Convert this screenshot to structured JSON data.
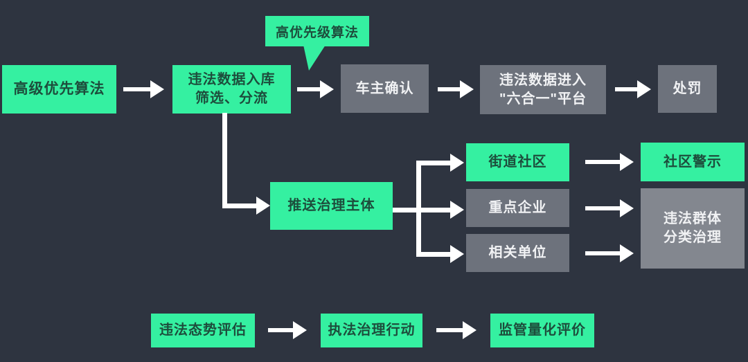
{
  "diagram_type": "flowchart",
  "colors": {
    "background": "#2e3440",
    "node_green": "#35f0a1",
    "node_gray": "#6d727c",
    "node_gray_light": "#83878f",
    "text_on_green": "#1d4d3c",
    "text_on_gray": "#f1f2f4",
    "arrow": "#ffffff"
  },
  "nodes": {
    "advanced_priority": {
      "label": "高级优先算法"
    },
    "intake": {
      "line1": "违法数据入库",
      "line2": "筛选、分流"
    },
    "callout": {
      "label": "高优先级算法"
    },
    "owner_confirm": {
      "label": "车主确认"
    },
    "platform": {
      "line1": "违法数据进入",
      "line2": "\"六合一\"平台"
    },
    "punishment": {
      "label": "处罚"
    },
    "push_governance": {
      "label": "推送治理主体"
    },
    "street_community": {
      "label": "街道社区"
    },
    "key_enterprises": {
      "label": "重点企业"
    },
    "related_units": {
      "label": "相关单位"
    },
    "community_warning": {
      "label": "社区警示"
    },
    "group_governance": {
      "line1": "违法群体",
      "line2": "分类治理"
    },
    "situation_assessment": {
      "label": "违法态势评估"
    },
    "enforcement_action": {
      "label": "执法治理行动"
    },
    "supervision_evaluation": {
      "label": "监管量化评价"
    }
  },
  "edges": [
    {
      "from": "advanced_priority",
      "to": "intake"
    },
    {
      "from": "intake",
      "to": "owner_confirm",
      "annotation": "高优先级算法"
    },
    {
      "from": "owner_confirm",
      "to": "platform"
    },
    {
      "from": "platform",
      "to": "punishment"
    },
    {
      "from": "intake",
      "to": "push_governance"
    },
    {
      "from": "push_governance",
      "to": "street_community"
    },
    {
      "from": "push_governance",
      "to": "key_enterprises"
    },
    {
      "from": "push_governance",
      "to": "related_units"
    },
    {
      "from": "street_community",
      "to": "community_warning"
    },
    {
      "from": "key_enterprises",
      "to": "group_governance"
    },
    {
      "from": "related_units",
      "to": "group_governance"
    },
    {
      "from": "situation_assessment",
      "to": "enforcement_action"
    },
    {
      "from": "enforcement_action",
      "to": "supervision_evaluation"
    }
  ]
}
